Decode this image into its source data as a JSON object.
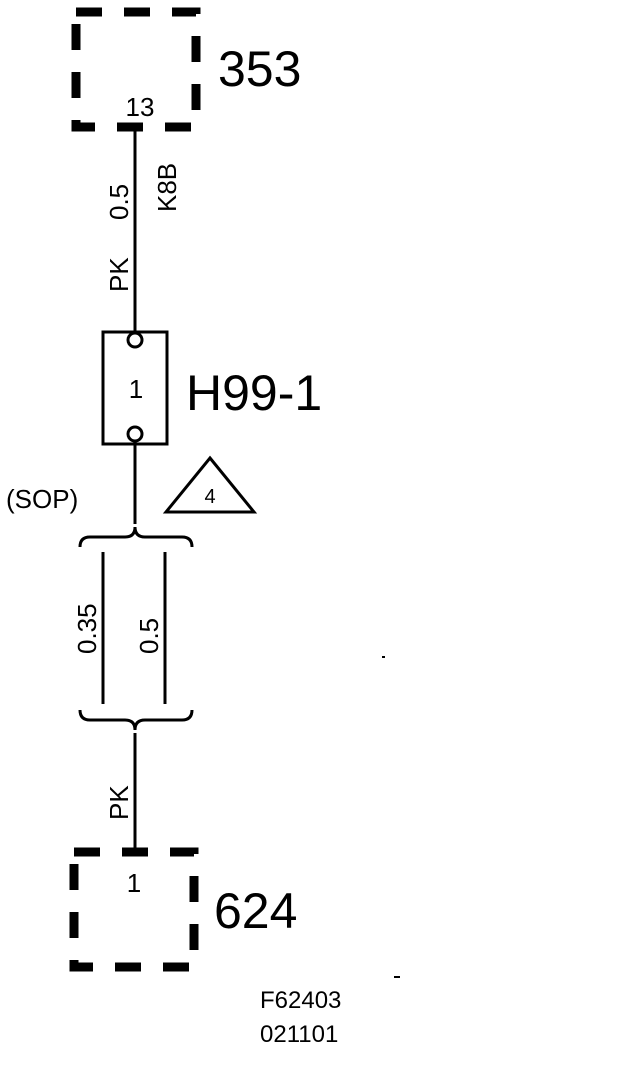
{
  "connectors": {
    "top": {
      "id": "353",
      "pin": "13"
    },
    "bottom": {
      "id": "624",
      "pin": "1"
    }
  },
  "upper_wire": {
    "color": "PK",
    "gauge": "0.5",
    "circuit": "K8B"
  },
  "splice": {
    "id": "H99-1",
    "pin": "1"
  },
  "option_label": "(SOP)",
  "note_symbol": "4",
  "parallel_wires": {
    "left_gauge": "0.35",
    "right_gauge": "0.5"
  },
  "lower_wire": {
    "color": "PK"
  },
  "footer": {
    "figure_code": "F62403",
    "date_code": "021101"
  }
}
